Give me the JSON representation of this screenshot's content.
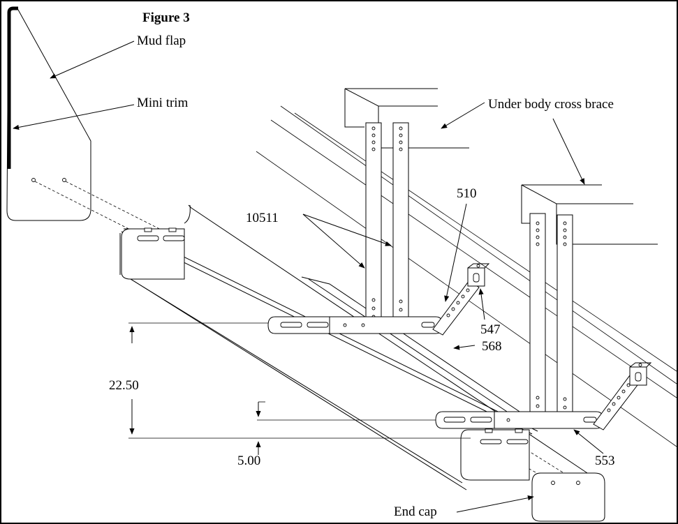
{
  "figure": {
    "title": "Figure 3"
  },
  "labels": {
    "mud_flap": "Mud flap",
    "mini_trim": "Mini trim",
    "under_body_cross_brace": "Under body cross brace",
    "part_10511": "10511",
    "part_510": "510",
    "part_547": "547",
    "part_568": "568",
    "part_553": "553",
    "end_cap": "End cap"
  },
  "dimensions": {
    "height_dimension": "22.50",
    "offset_dimension": "5.00"
  }
}
